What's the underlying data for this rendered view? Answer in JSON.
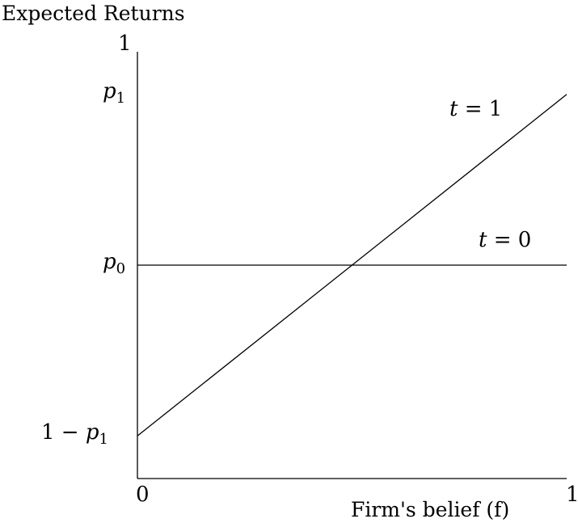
{
  "chart_data": {
    "type": "line",
    "ylabel": "Expected Returns",
    "xlabel": "Firm's belief (f)",
    "xlim": [
      0,
      1
    ],
    "ylim": [
      0,
      1
    ],
    "x_tick_labels": {
      "min": "0",
      "max": "1"
    },
    "y_tick_labels": {
      "max": "1"
    },
    "series": [
      {
        "name": "t = 1",
        "x": [
          0,
          1
        ],
        "y": [
          0.1,
          0.9
        ]
      },
      {
        "name": "t = 0",
        "x": [
          0,
          1
        ],
        "y": [
          0.5,
          0.5
        ]
      }
    ],
    "y_annotations": [
      {
        "label": "p1",
        "value": 0.9
      },
      {
        "label": "p0",
        "value": 0.5
      },
      {
        "label": "1 − p1",
        "value": 0.1
      }
    ],
    "grid": false,
    "legend": "none"
  }
}
